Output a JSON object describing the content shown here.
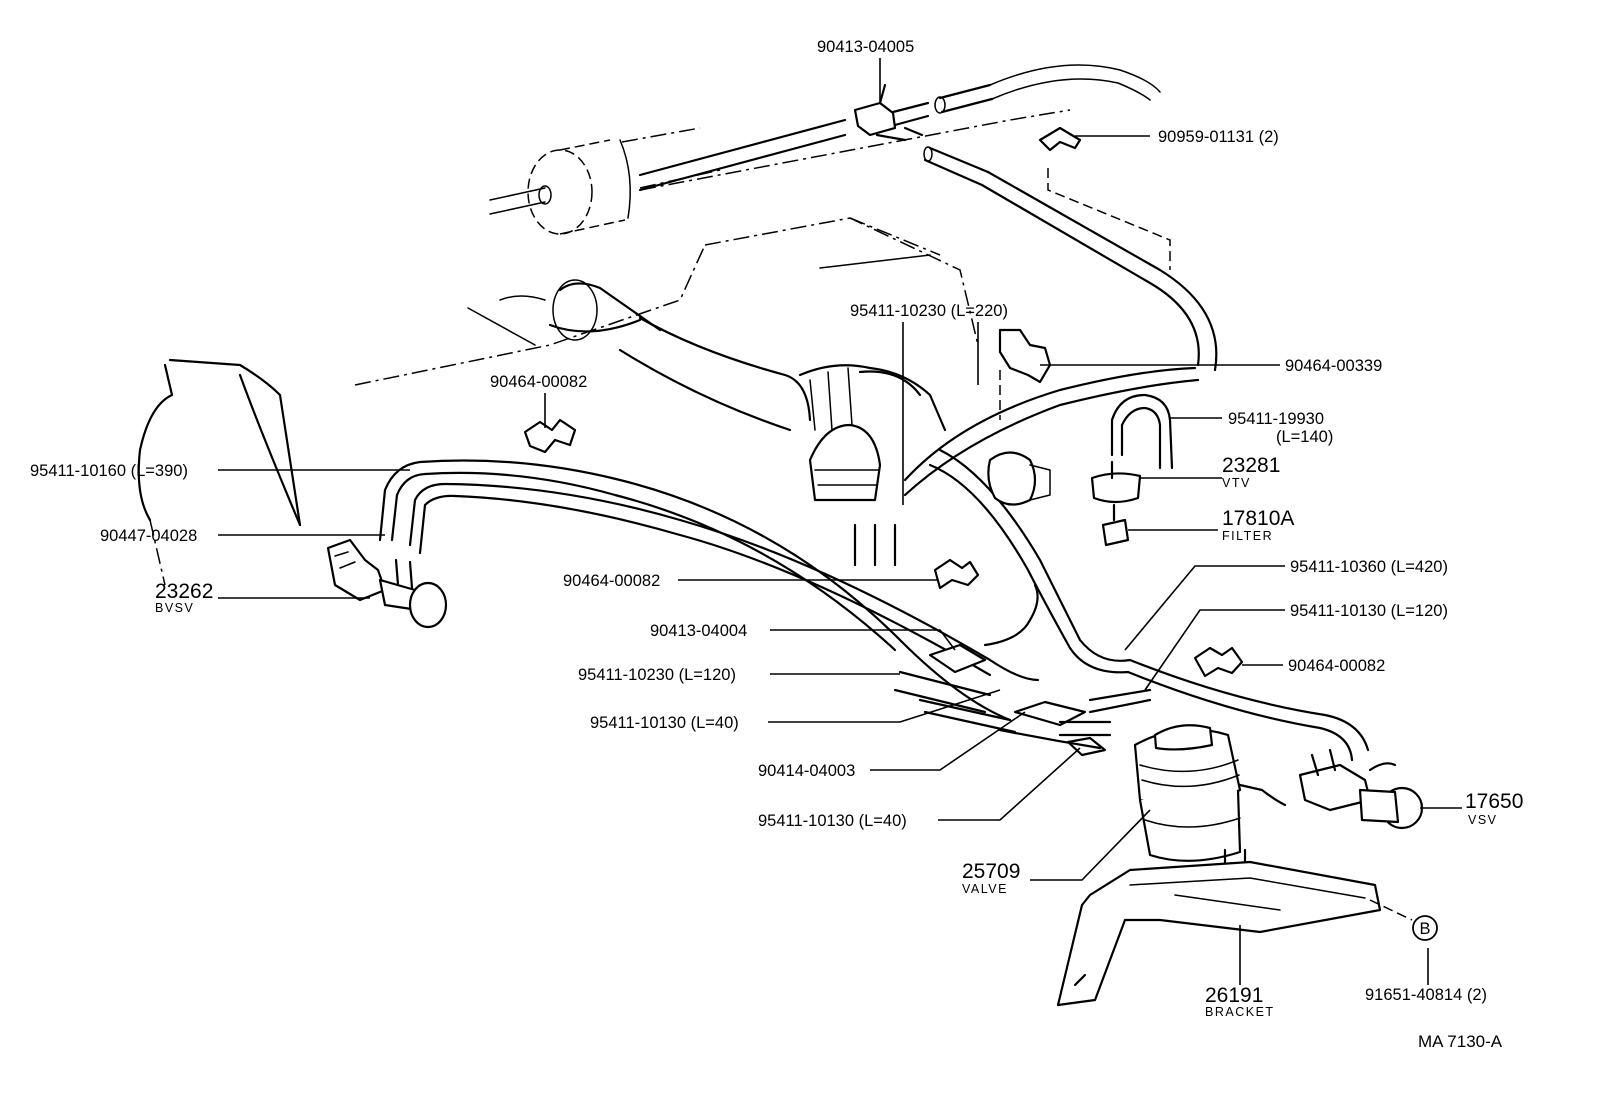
{
  "labels": {
    "p90413_04005": "90413-04005",
    "p90959_01131": "90959-01131 (2)",
    "p95411_10230_220": "95411-10230 (L=220)",
    "p90464_00339": "90464-00339",
    "p95411_19930": "95411-19930",
    "p95411_19930_len": "(L=140)",
    "p23281_num": "23281",
    "p23281_name": "VTV",
    "p17810a_num": "17810A",
    "p17810a_name": "FILTER",
    "p90464_00082_top": "90464-00082",
    "p95411_10160": "95411-10160 (L=390)",
    "p90447_04028": "90447-04028",
    "p23262_num": "23262",
    "p23262_name": "BVSV",
    "p90464_00082_mid": "90464-00082",
    "p95411_10360": "95411-10360 (L=420)",
    "p95411_10130_120": "95411-10130 (L=120)",
    "p90413_04004": "90413-04004",
    "p90464_00082_right": "90464-00082",
    "p95411_10230_120": "95411-10230 (L=120)",
    "p95411_10130_40a": "95411-10130 (L=40)",
    "p90414_04003": "90414-04003",
    "p17650_num": "17650",
    "p17650_name": "VSV",
    "p95411_10130_40b": "95411-10130 (L=40)",
    "p25709_num": "25709",
    "p25709_name": "VALVE",
    "circle_b": "B",
    "p26191_num": "26191",
    "p26191_name": "BRACKET",
    "p91651_40814": "91651-40814 (2)",
    "caption": "MA  7130-A"
  }
}
